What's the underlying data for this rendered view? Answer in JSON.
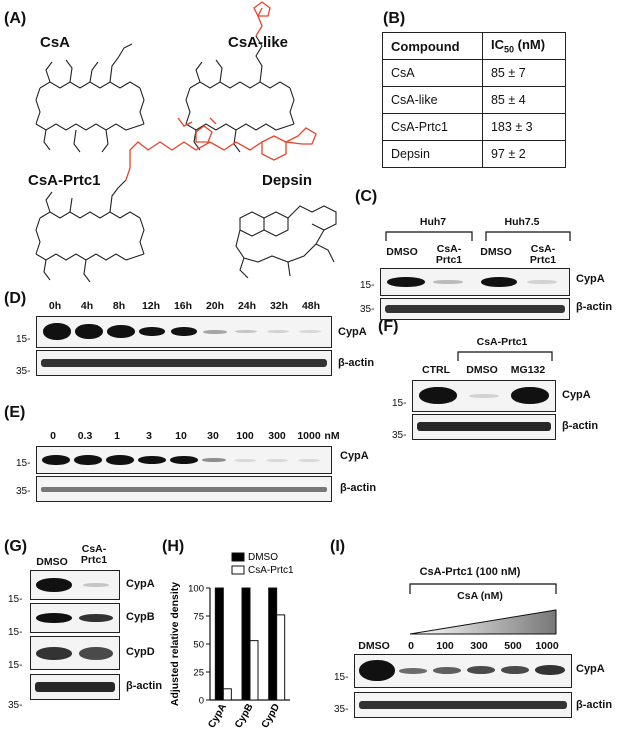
{
  "panels": {
    "A": "(A)",
    "B": "(B)",
    "C": "(C)",
    "D": "(D)",
    "E": "(E)",
    "F": "(F)",
    "G": "(G)",
    "H": "(H)",
    "I": "(I)"
  },
  "molecules": {
    "csa": "CsA",
    "csa_like": "CsA-like",
    "csa_prtc1": "CsA-Prtc1",
    "depsin": "Depsin"
  },
  "ic50_table": {
    "header": [
      "Compound",
      "IC50 (nM)"
    ],
    "rows": [
      [
        "CsA",
        "85 ± 7"
      ],
      [
        "CsA-like",
        "85 ± 4"
      ],
      [
        "CsA-Prtc1",
        "183 ± 3"
      ],
      [
        "Depsin",
        "97 ± 2"
      ]
    ]
  },
  "blots": {
    "C": {
      "groups": [
        "Huh7",
        "Huh7.5"
      ],
      "lanes": [
        "DMSO",
        "CsA-Prtc1",
        "DMSO",
        "CsA-Prtc1"
      ],
      "markers": [
        "15-",
        "35-"
      ],
      "proteins": [
        "CypA",
        "β-actin"
      ]
    },
    "D": {
      "lanes": [
        "0h",
        "4h",
        "8h",
        "12h",
        "16h",
        "20h",
        "24h",
        "32h",
        "48h"
      ],
      "markers": [
        "15-",
        "35-"
      ],
      "proteins": [
        "CypA",
        "β-actin"
      ]
    },
    "E": {
      "lanes": [
        "0",
        "0.3",
        "1",
        "3",
        "10",
        "30",
        "100",
        "300",
        "1000"
      ],
      "unit": "nM",
      "markers": [
        "15-",
        "35-"
      ],
      "proteins": [
        "CypA",
        "β-actin"
      ]
    },
    "F": {
      "treatment": "CsA-Prtc1",
      "lanes": [
        "CTRL",
        "DMSO",
        "MG132"
      ],
      "markers": [
        "15-",
        "35-"
      ],
      "proteins": [
        "CypA",
        "β-actin"
      ]
    },
    "G": {
      "lanes": [
        "DMSO",
        "CsA-Prtc1"
      ],
      "markers": [
        "15-",
        "15-",
        "15-",
        "35-"
      ],
      "proteins": [
        "CypA",
        "CypB",
        "CypD",
        "β-actin"
      ]
    },
    "I": {
      "treatment": "CsA-Prtc1 (100 nM)",
      "gradient": "CsA (nM)",
      "lanes": [
        "DMSO",
        "0",
        "100",
        "300",
        "500",
        "1000"
      ],
      "markers": [
        "15-",
        "35-"
      ],
      "proteins": [
        "CypA",
        "β-actin"
      ]
    }
  },
  "chart_data": {
    "type": "bar",
    "title": "",
    "ylabel": "Adjusted relative density",
    "xlabel": "",
    "categories": [
      "CypA",
      "CypB",
      "CypD"
    ],
    "yticks": [
      0,
      25,
      50,
      75,
      100
    ],
    "ylim": [
      0,
      100
    ],
    "legend_position": "top-right",
    "series": [
      {
        "name": "DMSO",
        "values": [
          100,
          100,
          100
        ],
        "color": "#000000"
      },
      {
        "name": "CsA-Prtc1",
        "values": [
          10,
          53,
          76
        ],
        "color": "#ffffff"
      }
    ]
  },
  "colors": {
    "highlight": "#e8432a",
    "band": "#111111"
  }
}
